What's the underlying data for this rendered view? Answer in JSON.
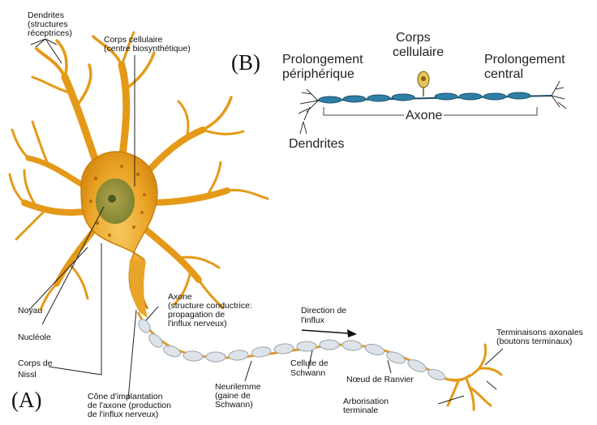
{
  "panel_a": {
    "tag": "(A)",
    "labels": {
      "dendrites_1": "Dendrites",
      "dendrites_2": "(structures",
      "dendrites_3": "réceptrices)",
      "corps_1": "Corps cellulaire",
      "corps_2": "(centre biosynthétique)",
      "noyau": "Noyau",
      "nucleole": "Nucléole",
      "nissl_1": "Corps de",
      "nissl_2": "Nissl",
      "axone_1": "Axone",
      "axone_2": "(structure conductrice:",
      "axone_3": "propagation de",
      "axone_4": "l'influx nerveux)",
      "direction_1": "Direction de",
      "direction_2": "l'influx",
      "schwann_1": "Cellule de",
      "schwann_2": "Schwann",
      "terminaisons_1": "Terminaisons axonales",
      "terminaisons_2": "(boutons terminaux)",
      "neurilemme_1": "Neurilemme",
      "neurilemme_2": "(gaine de",
      "neurilemme_3": "Schwann)",
      "ranvier": "Nœud de Ranvier",
      "arbor_1": "Arborisation",
      "arbor_2": "terminale",
      "cone_1": "Cône d'implantation",
      "cone_2": "de l'axone (production",
      "cone_3": "de l'influx nerveux)"
    }
  },
  "panel_b": {
    "tag": "(B)",
    "labels": {
      "corps_1": "Corps",
      "corps_2": "cellulaire",
      "prolong_periph_1": "Prolongement",
      "prolong_periph_2": "périphérique",
      "prolong_central_1": "Prolongement",
      "prolong_central_2": "central",
      "axone": "Axone",
      "dendrites": "Dendrites"
    }
  },
  "colors": {
    "neuron_orange": "#e8a21a",
    "neuron_dark": "#c77a10",
    "nucleus_green": "#8a8a30",
    "myelin": "#dde3e8",
    "axon_blue": "#2e7fa5",
    "line": "#222222"
  }
}
